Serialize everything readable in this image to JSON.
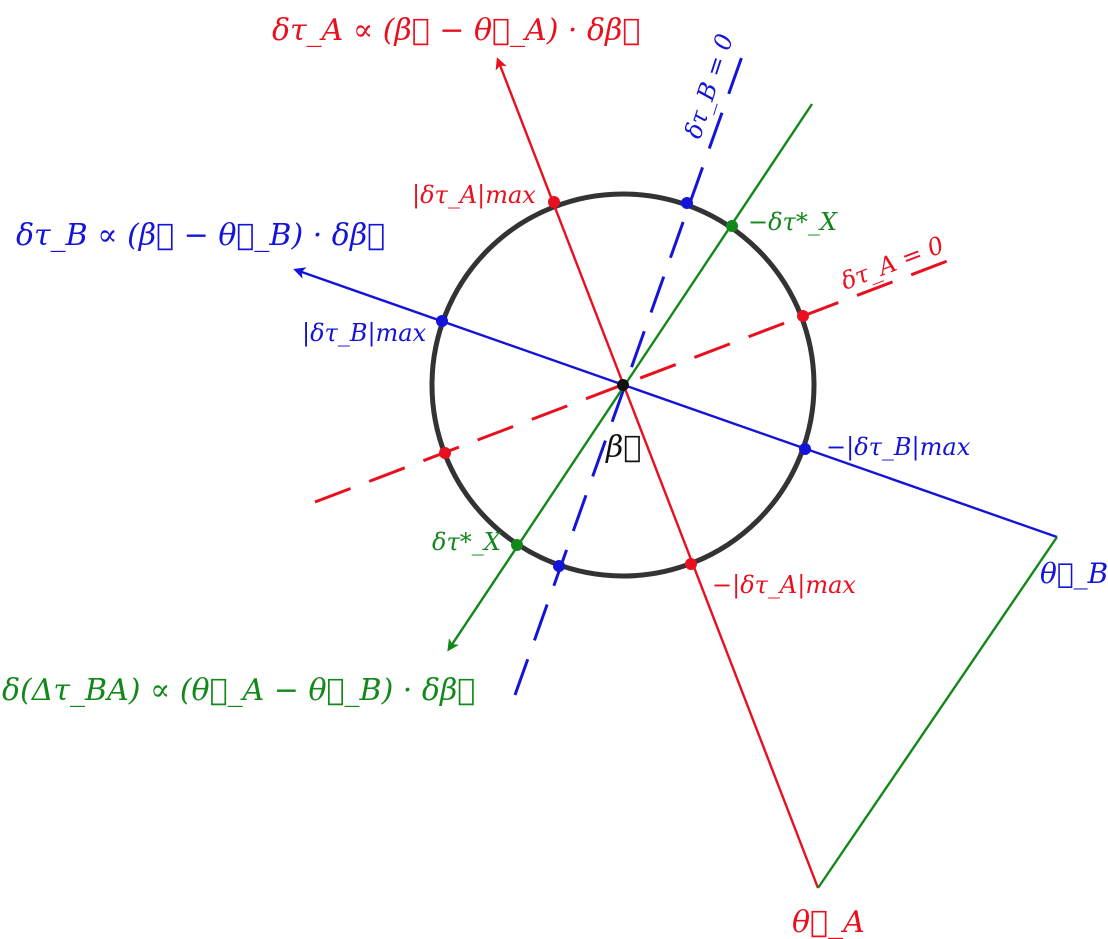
{
  "colors": {
    "red": "#e8101e",
    "blue": "#1414d8",
    "green": "#12881a",
    "black": "#222222"
  },
  "labels": {
    "dtA_axis": "δτ_A ∝ (β⃗ − θ⃗_A) · δβ⃗",
    "dtB_axis": "δτ_B ∝ (β⃗ − θ⃗_B) · δβ⃗",
    "ddt_axis": "δ(Δτ_BA) ∝ (θ⃗_A − θ⃗_B) · δβ⃗",
    "dtB_zero": "δτ_B = 0",
    "dtA_zero": "δτ_A = 0",
    "dtA_max": "|δτ_A|max",
    "dtA_min": "−|δτ_A|max",
    "dtB_max": "|δτ_B|max",
    "dtB_min": "−|δτ_B|max",
    "dtX_plus": "δτ*_X",
    "dtX_minus": "−δτ*_X",
    "beta": "β⃗",
    "thetaA": "θ⃗_A",
    "thetaB": "θ⃗_B"
  }
}
